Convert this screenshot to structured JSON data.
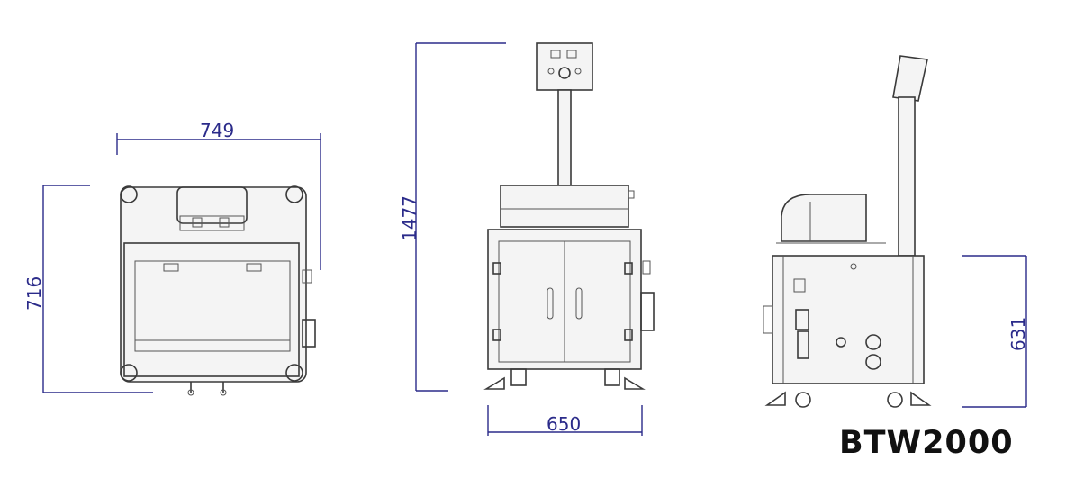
{
  "dimensions": {
    "top_width": "749",
    "top_depth": "716",
    "front_height": "1477",
    "front_width": "650",
    "side_height": "631"
  },
  "model": "BTW2000",
  "colors": {
    "dimension_line": "#2b2b8a",
    "outline": "#3a3a3a"
  }
}
